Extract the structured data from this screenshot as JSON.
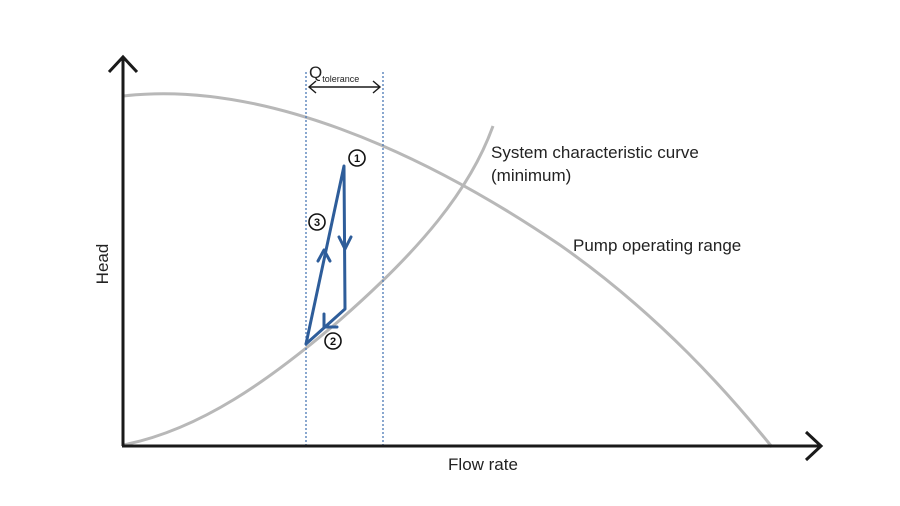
{
  "diagram": {
    "labels": {
      "x_axis": "Flow rate",
      "y_axis": "Head",
      "q_main": "Q",
      "q_sub": "tolerance",
      "system_curve_line1": "System characteristic curve",
      "system_curve_line2": "(minimum)",
      "pump_range": "Pump operating range"
    },
    "markers": [
      "1",
      "2",
      "3"
    ],
    "colors": {
      "axis": "#1a1a1a",
      "curves": "#b8b8b8",
      "cycle": "#2e5d9a",
      "tolerance_lines": "#4a78b5"
    }
  }
}
